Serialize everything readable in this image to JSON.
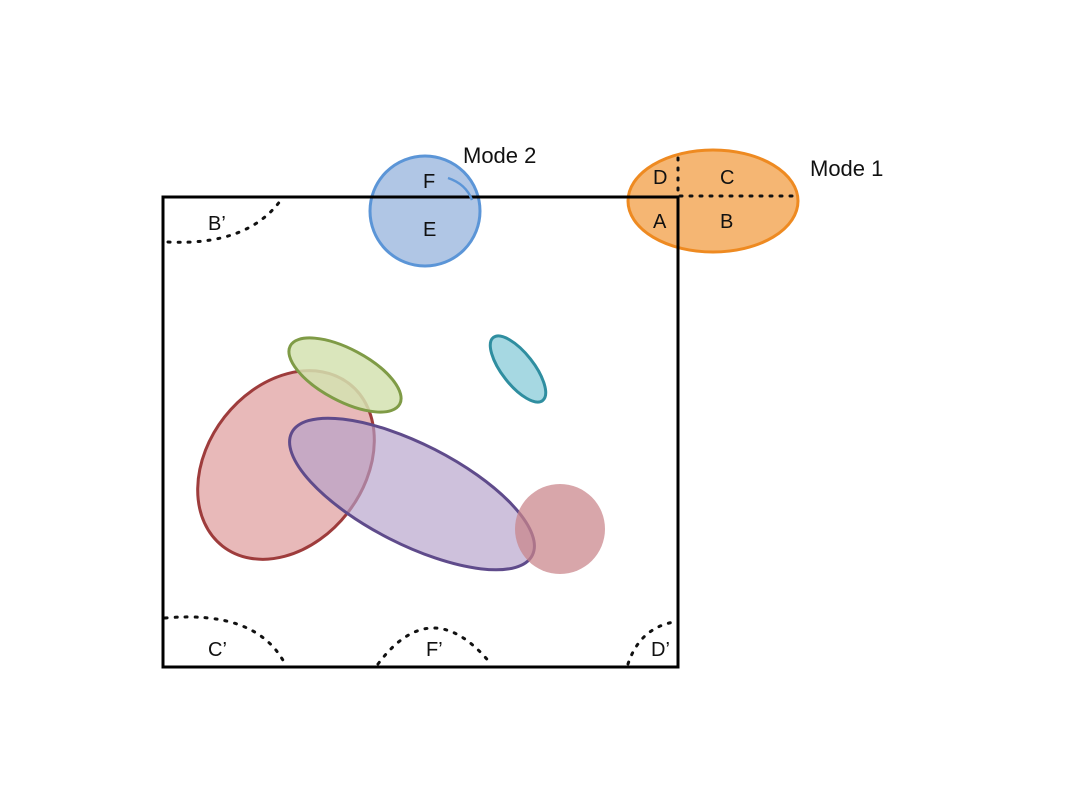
{
  "diagram": {
    "mode1": {
      "title": "Mode 1",
      "fill": "#f5b673",
      "stroke": "#ee8a21",
      "labels": {
        "a": "A",
        "b": "B",
        "c": "C",
        "d": "D"
      }
    },
    "mode2": {
      "title": "Mode 2",
      "fill": "#a7c0e2",
      "stroke": "#5b95d7",
      "labels": {
        "e": "E",
        "f": "F"
      }
    },
    "boundary_labels": {
      "b_prime": "B’",
      "c_prime": "C’",
      "f_prime": "F’",
      "d_prime": "D’"
    },
    "colors": {
      "green_fill": "#d3e2b0",
      "green_stroke": "#7f9b46",
      "cyan_fill": "#a6d8e2",
      "cyan_stroke": "#2f8ea0",
      "red_fill": "#e5b1b1",
      "red_stroke": "#9e3c3c",
      "purple_fill": "#c3b0d5",
      "purple_stroke": "#5f4b8b",
      "pink_fill": "#d7a1a5",
      "box_stroke": "#000000"
    }
  }
}
